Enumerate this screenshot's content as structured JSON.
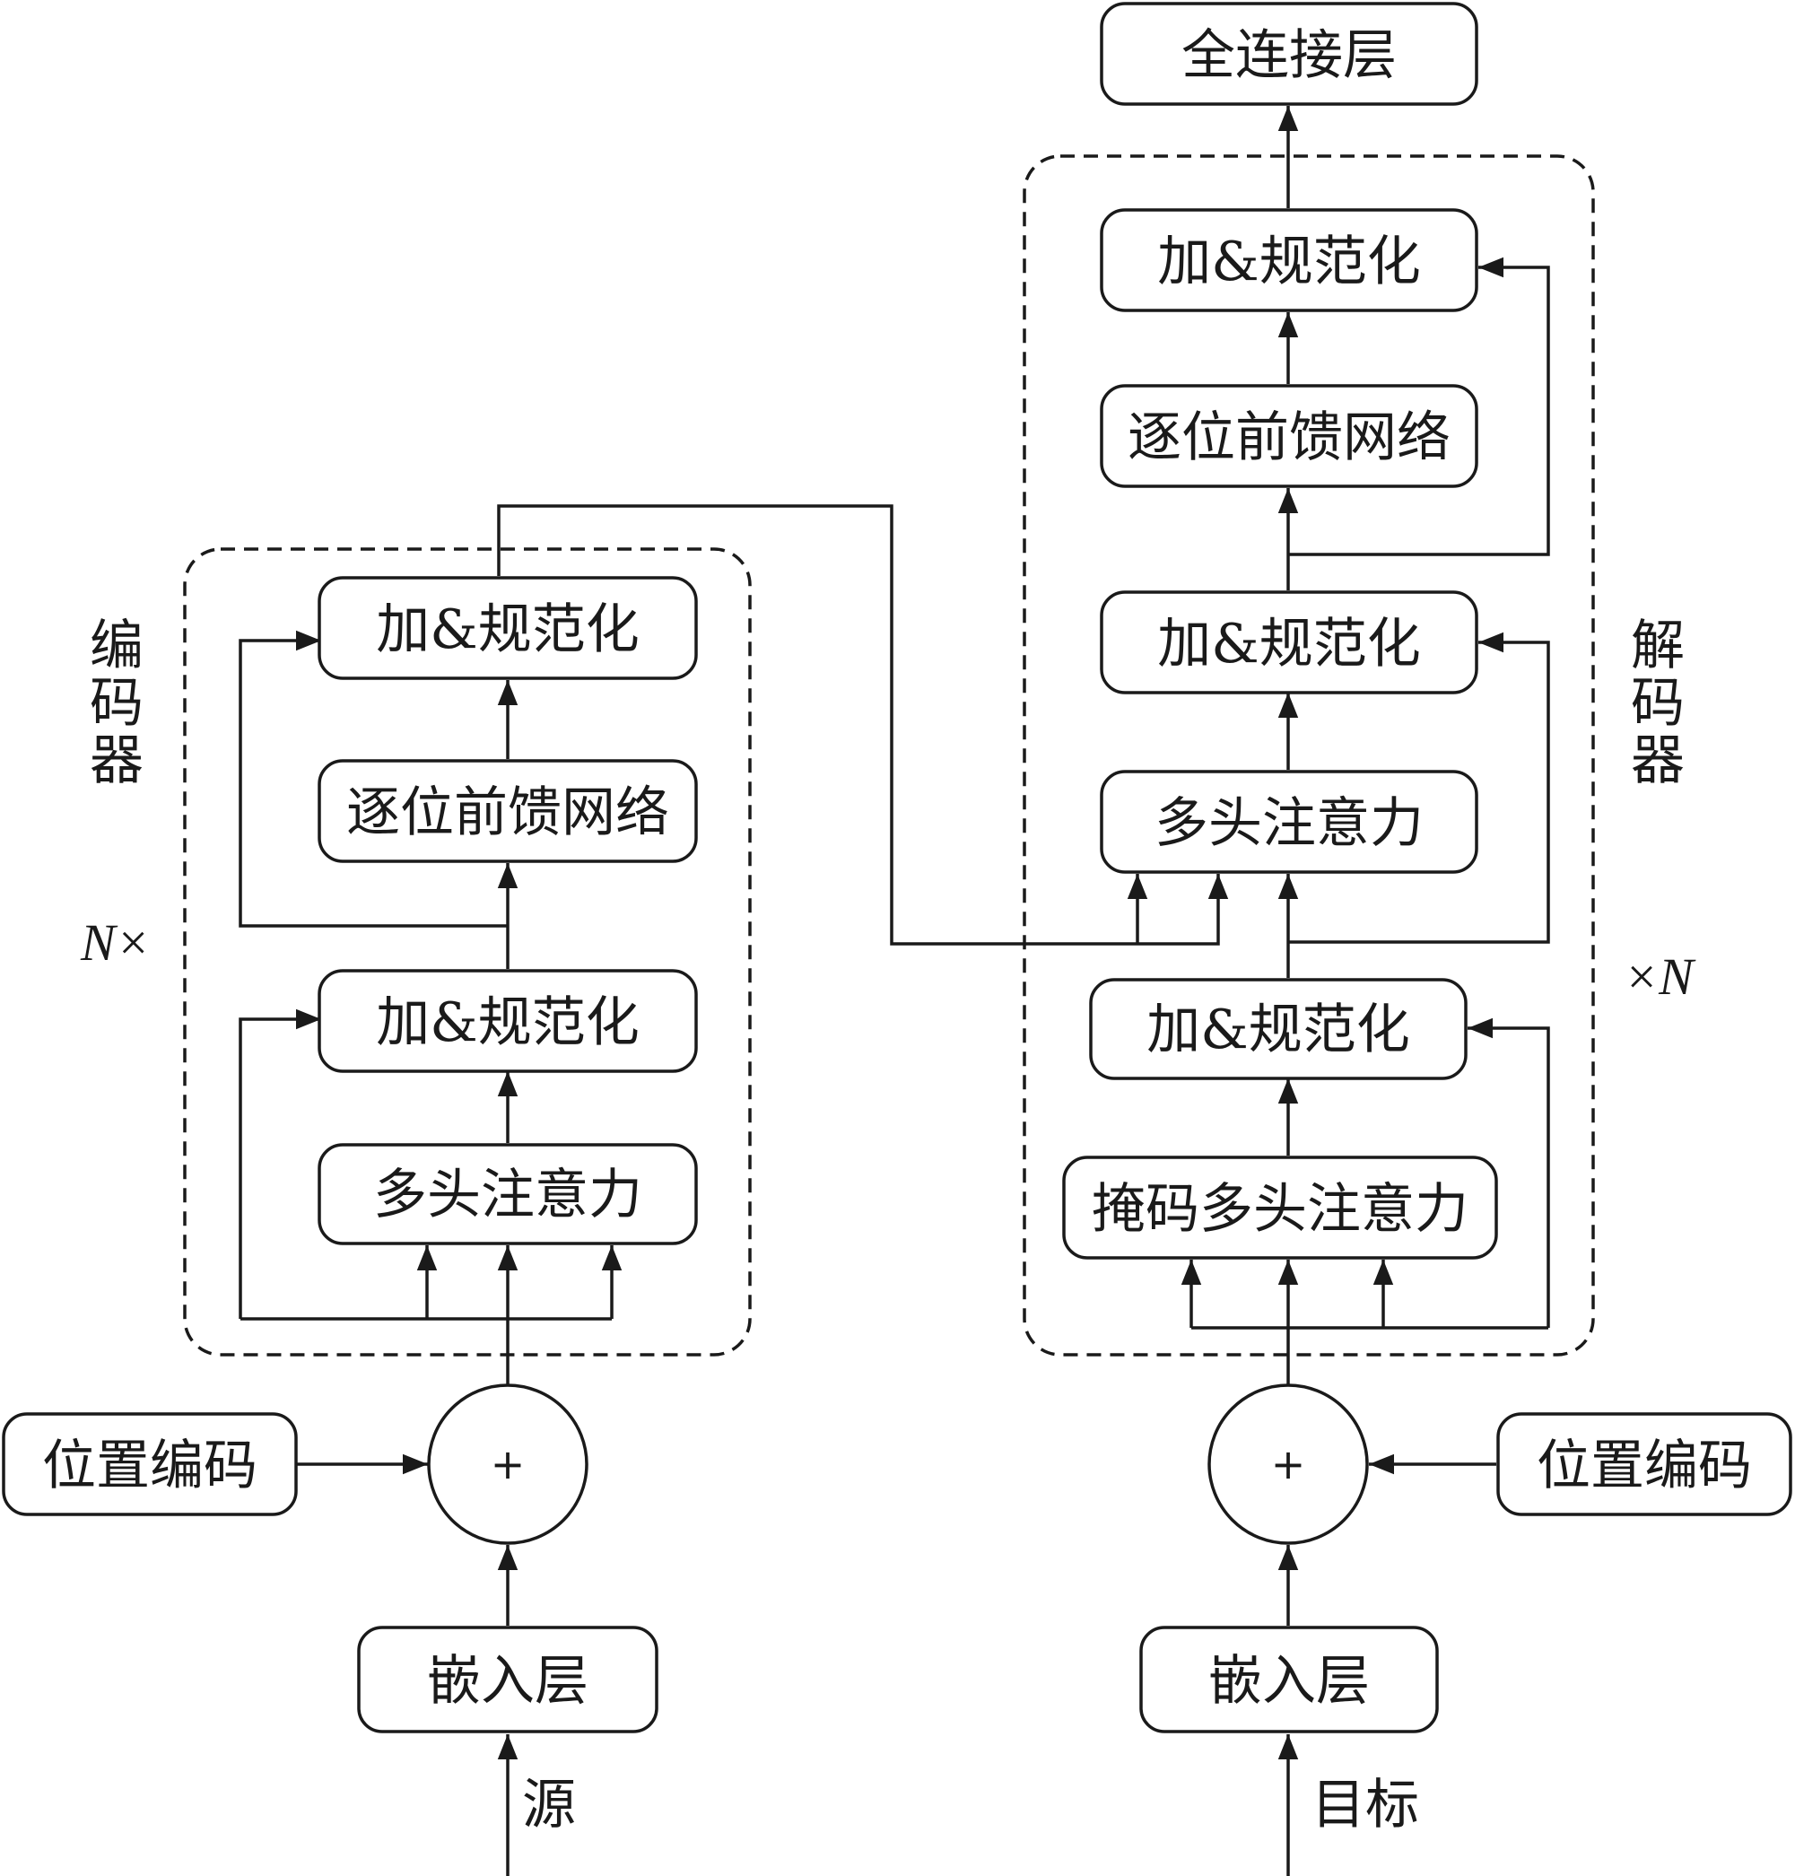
{
  "encoder": {
    "side_label": [
      "编",
      "码",
      "器"
    ],
    "repeat_label": "N×",
    "add_norm_top": "加&规范化",
    "ffn": "逐位前馈网络",
    "add_norm_bottom": "加&规范化",
    "mha": "多头注意力",
    "pos_encoding": "位置编码",
    "add_symbol": "+",
    "embedding": "嵌入层",
    "input": "源"
  },
  "decoder": {
    "side_label": [
      "解",
      "码",
      "器"
    ],
    "repeat_label": "×N",
    "output_layer": "全连接层",
    "add_norm_top": "加&规范化",
    "ffn": "逐位前馈网络",
    "add_norm_mid": "加&规范化",
    "mha": "多头注意力",
    "add_norm_bottom": "加&规范化",
    "masked_mha": "掩码多头注意力",
    "pos_encoding": "位置编码",
    "add_symbol": "+",
    "embedding": "嵌入层",
    "input": "目标"
  }
}
